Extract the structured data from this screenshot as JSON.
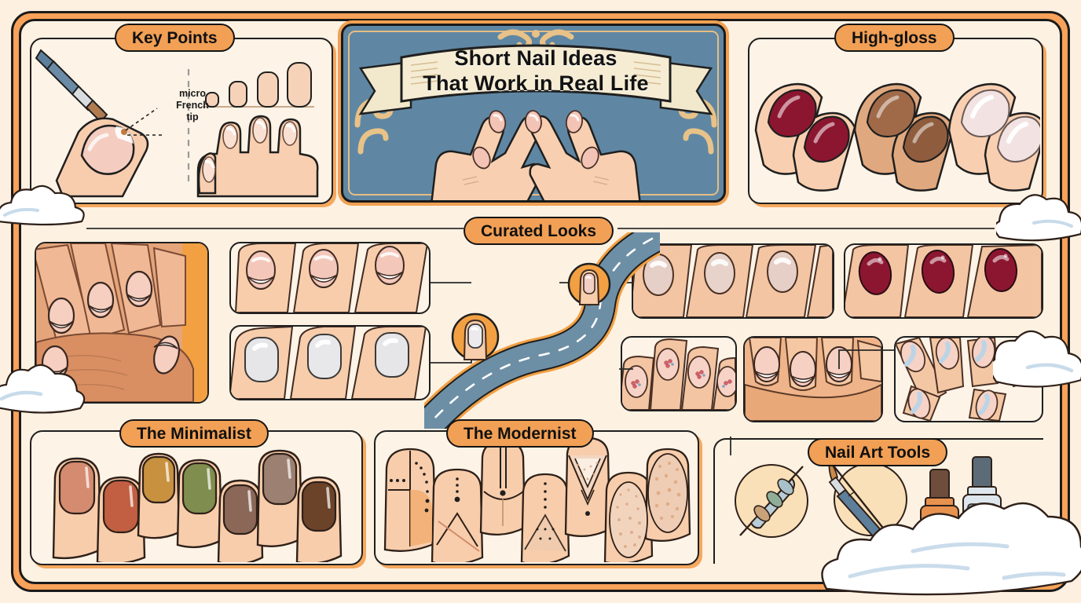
{
  "title": {
    "line1": "Short Nail Ideas",
    "line2": "That Work in Real Life"
  },
  "colors": {
    "accent_orange": "#f2a055",
    "frame_orange": "#f9a25a",
    "cream_bg": "#fdf1e2",
    "card_bg": "#fdf3e6",
    "hero_blue": "#5f87a3",
    "gold_scroll": "#e8c288",
    "ink": "#1a1a1a",
    "deep_red": "#8c1630",
    "cocoa_brown": "#9c6a4a",
    "pearl_white": "#f0e4e2"
  },
  "sections": {
    "key_points": {
      "label": "Key Points",
      "annotation": "micro\nFrench\ntip",
      "annotation_lines": [
        "micro",
        "French",
        "tip"
      ]
    },
    "high_gloss": {
      "label": "High-gloss",
      "swatches": [
        {
          "name": "deep-red-gloss",
          "color": "#8c1630"
        },
        {
          "name": "cocoa-brown-gloss",
          "color": "#a06a49"
        },
        {
          "name": "pearl-white-gloss",
          "color": "#f2e3e2"
        }
      ]
    },
    "curated_looks": {
      "label": "Curated Looks",
      "cards": [
        {
          "name": "french-tip-hand-hero",
          "caption": ""
        },
        {
          "name": "nude-french-three-nails",
          "caption": ""
        },
        {
          "name": "milky-white-three-nails",
          "caption": ""
        },
        {
          "name": "pearl-chrome-nails",
          "caption": ""
        },
        {
          "name": "deep-red-nails",
          "caption": ""
        },
        {
          "name": "floral-accent-nails",
          "caption": ""
        },
        {
          "name": "classic-french-hand",
          "caption": ""
        },
        {
          "name": "blue-swirl-nails",
          "caption": ""
        }
      ],
      "road_nodes": [
        {
          "name": "node-milky-nail"
        },
        {
          "name": "node-nude-nail"
        }
      ]
    },
    "minimalist": {
      "label": "The Minimalist",
      "swatches": [
        {
          "name": "terracotta-nude",
          "color": "#d48b70"
        },
        {
          "name": "rust-clay",
          "color": "#c25f42"
        },
        {
          "name": "mustard-ochre",
          "color": "#c8913f"
        },
        {
          "name": "olive-sage",
          "color": "#7f8d4e"
        },
        {
          "name": "mauve-taupe",
          "color": "#8b6757"
        },
        {
          "name": "warm-taupe",
          "color": "#9c8071"
        },
        {
          "name": "espresso-brown",
          "color": "#6b4329"
        }
      ]
    },
    "modernist": {
      "label": "The Modernist",
      "designs": [
        {
          "name": "colorblock-dots"
        },
        {
          "name": "chevron-line-dots"
        },
        {
          "name": "double-stripe-dot"
        },
        {
          "name": "dotted-triangle"
        },
        {
          "name": "glitter-chevron"
        },
        {
          "name": "glitter-gradient"
        },
        {
          "name": "full-glitter"
        }
      ]
    },
    "nail_art_tools": {
      "label": "Nail Art Tools",
      "tools": [
        {
          "name": "dotting-tool"
        },
        {
          "name": "detail-brush"
        },
        {
          "name": "polish-bottle-orange",
          "color": "#e8924f"
        },
        {
          "name": "polish-bottle-blue",
          "color": "#8ba5bd"
        }
      ]
    }
  }
}
